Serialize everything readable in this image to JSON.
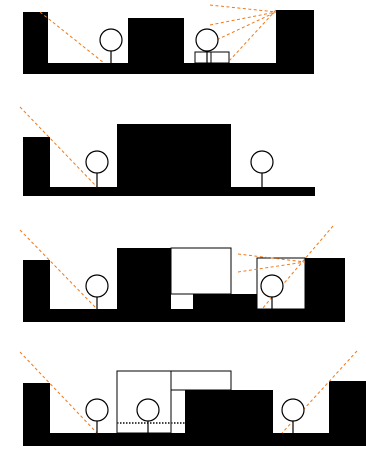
{
  "colors": {
    "fill": "#000000",
    "stroke": "#000000",
    "ray": "#f07818",
    "background": "#ffffff"
  },
  "panels": [
    {
      "id": "panel-1",
      "trees": 2,
      "rays": 4
    },
    {
      "id": "panel-2",
      "trees": 2,
      "rays": 1
    },
    {
      "id": "panel-3",
      "trees": 2,
      "rays": 4
    },
    {
      "id": "panel-4",
      "trees": 3,
      "rays": 2
    }
  ]
}
